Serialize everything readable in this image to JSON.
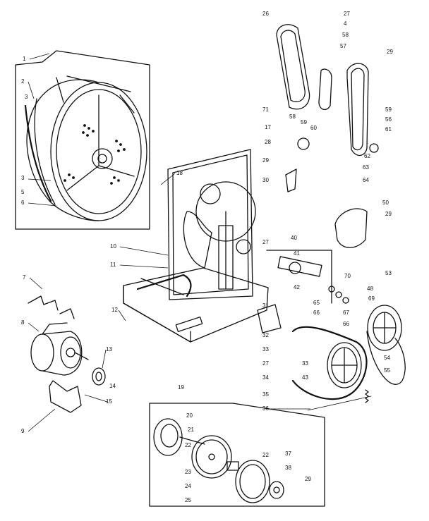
{
  "diagram": {
    "callouts": {
      "c1": "1",
      "c2": "2",
      "c3a": "3",
      "c3b": "3",
      "c6": "6",
      "c7": "7",
      "c8": "8",
      "c9": "9",
      "c10": "10",
      "c11": "11",
      "c12": "12",
      "c13": "13",
      "c14": "14",
      "c15": "15",
      "c18": "18",
      "c19": "19",
      "c20": "20",
      "c21": "21",
      "c22a": "22",
      "c22b": "22",
      "c23": "23",
      "c24": "24",
      "c25": "25",
      "c26": "26",
      "c27a": "27",
      "c27b": "27",
      "c27c": "27",
      "c28": "28",
      "c29a": "29",
      "c29b": "29",
      "c29c": "29",
      "c29d": "29",
      "c30": "30",
      "c31": "31",
      "c32": "32",
      "c33a": "33",
      "c33b": "33",
      "c34": "34",
      "c35": "35",
      "c36": "36",
      "c37": "37",
      "c38": "38",
      "c40": "40",
      "c41": "41",
      "c42": "42",
      "c43": "43",
      "c48": "48",
      "c50": "50",
      "c53": "53",
      "c54": "54",
      "c55": "55",
      "c56": "56",
      "c57": "57",
      "c58a": "58",
      "c58b": "58",
      "c59a": "59",
      "c59b": "59",
      "c60": "60",
      "c61": "61",
      "c62": "62",
      "c63": "63",
      "c64": "64",
      "c65": "65",
      "c66": "66",
      "c67": "67",
      "c69": "69",
      "c70": "70",
      "c71": "71",
      "c4": "4",
      "c17": "17",
      "c5": "5"
    }
  }
}
